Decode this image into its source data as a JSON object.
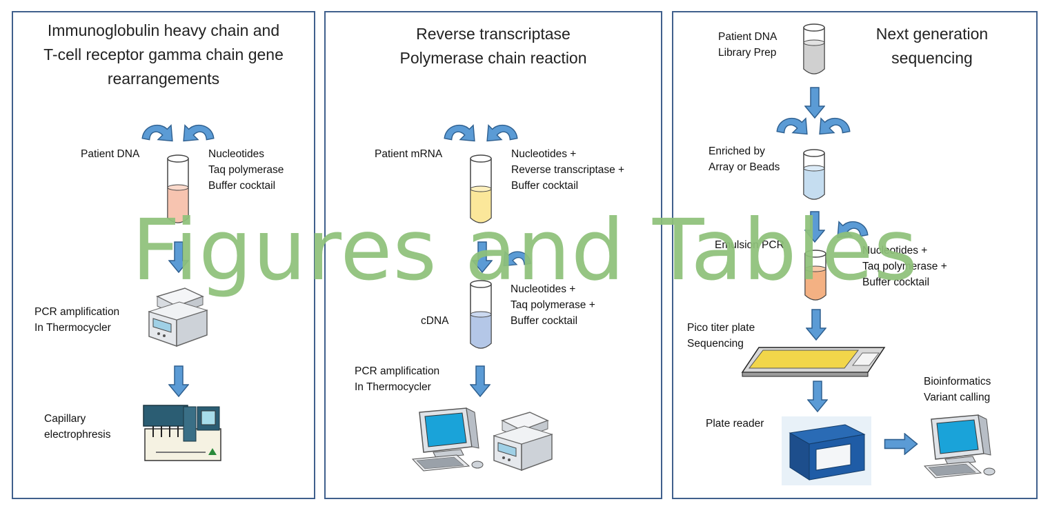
{
  "panels": [
    {
      "title": "Immunoglobulin heavy chain and\nT-cell receptor gamma chain gene\nrearrangements",
      "labels": {
        "patient_dna": "Patient DNA",
        "reagents": "Nucleotides\nTaq polymerase\nBuffer cocktail",
        "pcr": "PCR amplification\nIn Thermocycler",
        "capillary": "Capillary\nelectrophresis"
      }
    },
    {
      "title": "Reverse transcriptase\nPolymerase chain reaction",
      "labels": {
        "patient_mrna": "Patient mRNA",
        "reagents_rt": "Nucleotides +\nReverse transcriptase +\nBuffer cocktail",
        "cdna": "cDNA",
        "reagents_taq": "Nucleotides +\nTaq polymerase +\nBuffer cocktail",
        "pcr": "PCR amplification\nIn Thermocycler"
      }
    },
    {
      "title": "Next generation\nsequencing",
      "labels": {
        "library_prep": "Patient DNA\nLibrary Prep",
        "enriched": "Enriched by\nArray or Beads",
        "emulsion": "Emulsion PCR",
        "reagents": "Nucleotides +\nTaq polymerase +\nBuffer cocktail",
        "pico": "Pico titer plate\nSequencing",
        "plate_reader": "Plate reader",
        "bioinformatics": "Bioinformatics\nVariant calling"
      }
    }
  ],
  "watermark": "Figures and Tables",
  "colors": {
    "border": "#3f5f8c",
    "arrow_fill": "#5b9bd5",
    "arrow_stroke": "#2e5f8f",
    "watermark": "#8fc17a",
    "tube_pink": "#f7c4b0",
    "tube_yellow": "#fbe79a",
    "tube_blue": "#b4c7e7",
    "tube_gray": "#d0d0d0",
    "tube_lightblue": "#c5ddf0",
    "tube_orange": "#f4b183"
  }
}
